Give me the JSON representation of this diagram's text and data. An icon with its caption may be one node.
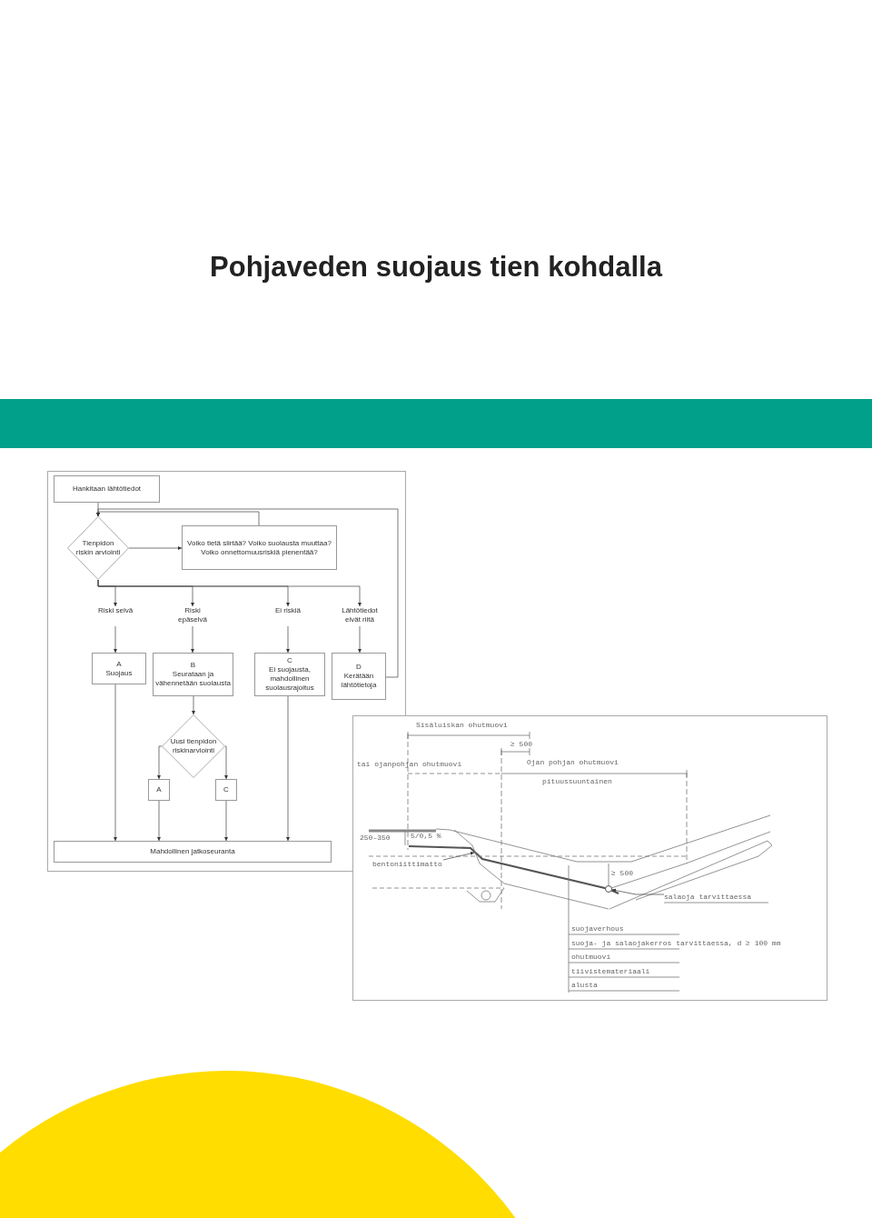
{
  "diagram": {
    "title": "Pohjaveden suojaus tien kohdalla",
    "nodes": [
      {
        "text": [
          "Hankitaan lähtötiedot"
        ]
      },
      {
        "text": [
          "Tienpidon riskin arviointi"
        ]
      },
      {
        "text": [
          "Voiko tietä siirtää? Voiko suolausta muuttaa? Voiko onnettomuusriskiä pienentää?"
        ]
      },
      {
        "text": [
          "Riski selvä"
        ]
      },
      {
        "text": [
          "Riski epäselvä"
        ]
      },
      {
        "text": [
          "Ei riskiä"
        ]
      },
      {
        "text": [
          "Lähtötiedot eivät riitä"
        ]
      },
      {
        "text": [
          "A",
          "Suojaus"
        ]
      },
      {
        "text": [
          "B",
          "Seurataan ja vähennetään suolausta"
        ]
      },
      {
        "text": [
          "C",
          "Ei suojausta, mahdollinen suolausrajoitus"
        ]
      },
      {
        "text": [
          "D",
          "Kerätään lähtötietoja"
        ]
      },
      {
        "text": [
          "Uusi tienpidon riskinarviointi"
        ]
      },
      {
        "text": [
          "A"
        ]
      },
      {
        "text": [
          "C"
        ]
      },
      {
        "text": [
          "Mahdollinen jatkoseuranta"
        ]
      },
      {
        "text": [
          "bentoniittimatto"
        ]
      },
      {
        "text": [
          "salaoja tarvittaessa"
        ]
      },
      {
        "text": [],
        "shape": "circle"
      }
    ],
    "edges": [
      {
        "from": 0,
        "to": 1,
        "arrow": "to"
      },
      {
        "from": 1,
        "to": 2,
        "arrow": "to"
      },
      {
        "from": 2,
        "to": 1,
        "arrow": "to"
      },
      {
        "from": 10,
        "to": 1,
        "arrow": "to"
      },
      {
        "from": 1,
        "to": 3,
        "arrow": "to"
      },
      {
        "from": 1,
        "to": 4,
        "arrow": "to"
      },
      {
        "from": 1,
        "to": 5,
        "arrow": "to"
      },
      {
        "from": 1,
        "to": 6,
        "arrow": "to"
      },
      {
        "from": 3,
        "to": 7,
        "arrow": "to"
      },
      {
        "from": 4,
        "to": 8,
        "arrow": "to"
      },
      {
        "from": 5,
        "to": 9,
        "arrow": "to"
      },
      {
        "from": 6,
        "to": 10,
        "arrow": "to"
      },
      {
        "from": 8,
        "to": 11,
        "arrow": "to"
      },
      {
        "from": 11,
        "to": 12,
        "arrow": "to"
      },
      {
        "from": 11,
        "to": 13,
        "arrow": "to"
      },
      {
        "from": 7,
        "to": 14,
        "arrow": "to"
      },
      {
        "from": 12,
        "to": 14,
        "arrow": "to"
      },
      {
        "from": 13,
        "to": 14,
        "arrow": "to"
      },
      {
        "from": 9,
        "to": 14,
        "arrow": "to"
      },
      {
        "from": 15,
        "to": null,
        "arrow": "to"
      },
      {
        "from": 16,
        "to": 17,
        "arrow": "to"
      }
    ],
    "labels": [
      "Sisäluiskan ohutmuovi",
      "≥ 500",
      "tai ojanpohjan ohutmuovi",
      "Ojan pohjan ohutmuovi",
      "pituussuuntainen",
      "250–350",
      "5/0,5 %",
      "≥ 500",
      "suojaverhous",
      "suoja- ja salaojakerros tarvittaessa, d ≥ 100 mm",
      "ohutmuovi",
      "tiivistemateriaali",
      "alusta"
    ]
  }
}
